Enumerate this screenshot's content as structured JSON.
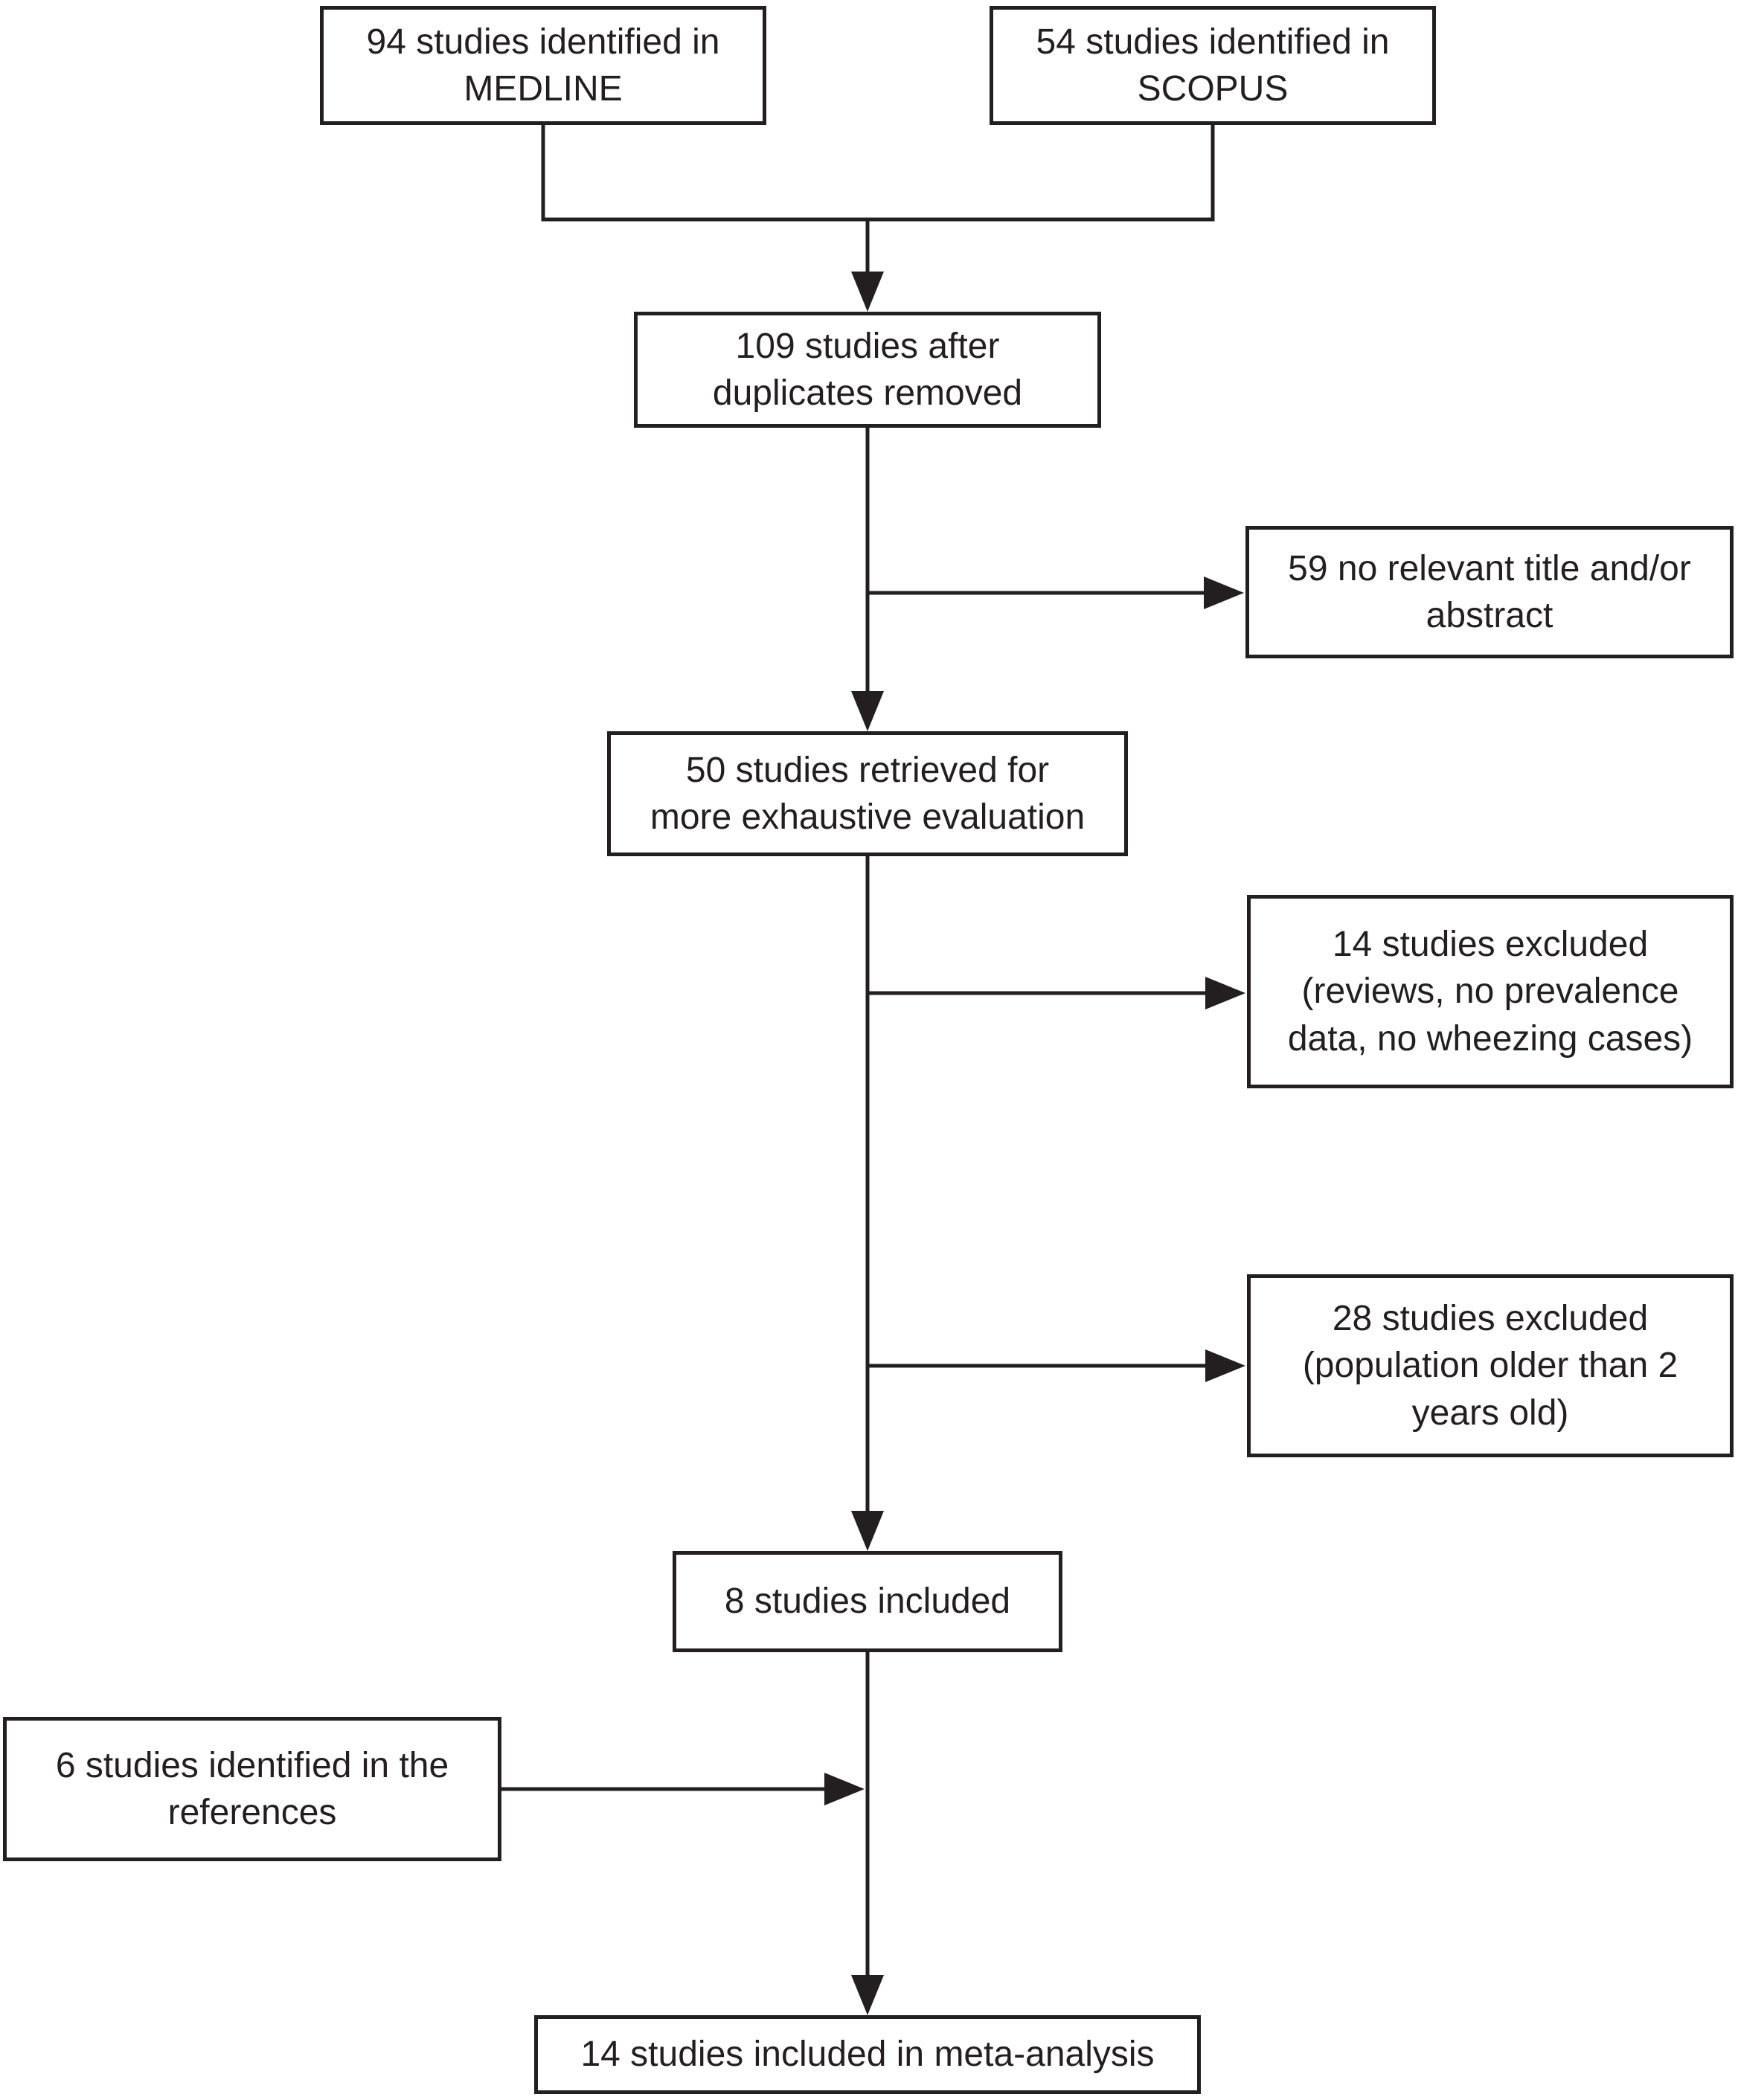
{
  "figure": {
    "kind": "study-selection-flowchart"
  },
  "colors": {
    "ink": "#231f20",
    "box_fill": "#ffffff",
    "background": "#ffffff"
  },
  "nodes": {
    "medline": {
      "count": 94,
      "label": "94 studies identified in\nMEDLINE"
    },
    "scopus": {
      "count": 54,
      "label": "54 studies identified in\nSCOPUS"
    },
    "duplicates": {
      "count": 109,
      "label": "109 studies after\nduplicates removed"
    },
    "no_relevant": {
      "count": 59,
      "label": "59 no relevant title and/or\nabstract"
    },
    "retrieved": {
      "count": 50,
      "label": "50 studies retrieved for\nmore exhaustive evaluation"
    },
    "excluded_14": {
      "count": 14,
      "label": "14 studies excluded\n(reviews, no prevalence\ndata, no wheezing cases)"
    },
    "excluded_28": {
      "count": 28,
      "label": "28 studies excluded\n(population older than 2\nyears old)"
    },
    "included_8": {
      "count": 8,
      "label": "8 studies included"
    },
    "references": {
      "count": 6,
      "label": "6 studies identified in the\nreferences"
    },
    "meta_analysis": {
      "count": 14,
      "label": "14 studies included in meta-analysis"
    }
  },
  "edges": [
    {
      "from": "medline",
      "to": "duplicates"
    },
    {
      "from": "scopus",
      "to": "duplicates"
    },
    {
      "from": "duplicates",
      "to": "no_relevant"
    },
    {
      "from": "duplicates",
      "to": "retrieved"
    },
    {
      "from": "retrieved",
      "to": "excluded_14"
    },
    {
      "from": "retrieved",
      "to": "excluded_28"
    },
    {
      "from": "retrieved",
      "to": "included_8"
    },
    {
      "from": "included_8",
      "to": "meta_analysis"
    },
    {
      "from": "references",
      "to": "meta_analysis"
    }
  ]
}
